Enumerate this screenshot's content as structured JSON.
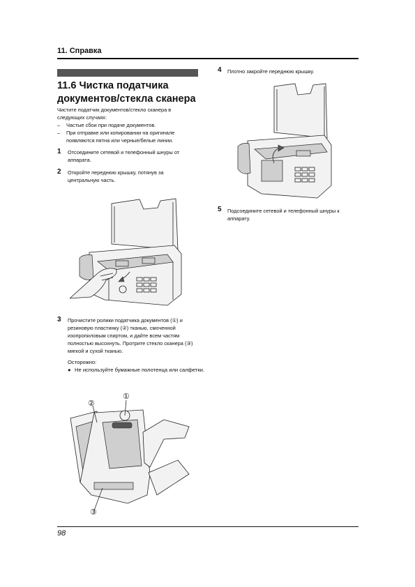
{
  "header": {
    "section": "11. Справка"
  },
  "section": {
    "title": "11.6 Чистка податчика документов/стекла сканера"
  },
  "intro": "Чистите податчик документов/стекло сканера в следующих случаях:",
  "bullets": [
    {
      "dash": "–",
      "text": "Частые сбои при подаче документов."
    },
    {
      "dash": "–",
      "text": "При отправке или копировании на оригинале появляются пятна или черные/белые линии."
    }
  ],
  "steps": [
    {
      "num": "1",
      "text": "Отсоедините сетевой и телефонный шнуры от аппарата."
    },
    {
      "num": "2",
      "text": "Откройте переднюю крышку, потянув за центральную часть."
    },
    {
      "num": "3",
      "text": "Прочистите ролики податчика документов (①) и резиновую пластинку (②) тканью, смоченной изопропиловым спиртом, и дайте всем частям полностью высохнуть. Протрите стекло сканера (③) мягкой и сухой тканью."
    },
    {
      "num": "4",
      "text": "Плотно закройте переднюю крышку."
    },
    {
      "num": "5",
      "text": "Подсоедините сетевой и телефонный шнуры к аппарату."
    }
  ],
  "caution": {
    "heading": "Осторожно:",
    "bullet": "●",
    "item": "Не используйте бумажные полотенца или салфетки."
  },
  "callouts": [
    "①",
    "②",
    "③"
  ],
  "footer": {
    "page_number": "98"
  }
}
